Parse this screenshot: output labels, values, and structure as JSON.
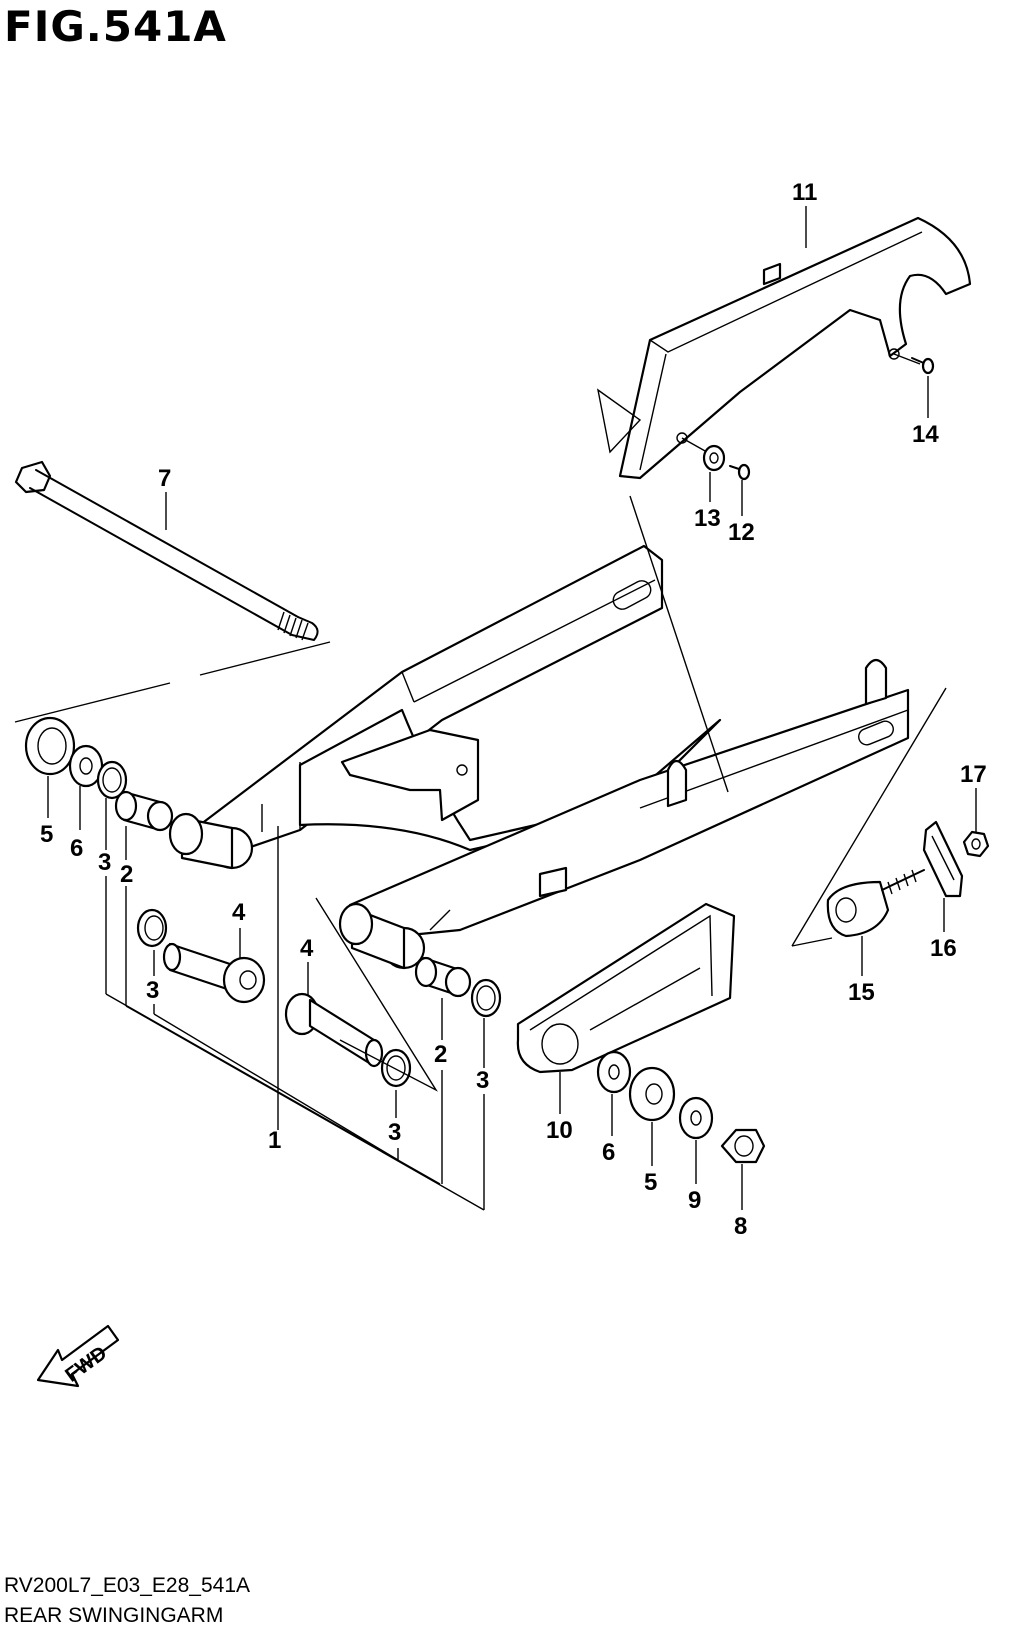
{
  "header": {
    "title": "FIG.541A"
  },
  "footer": {
    "code": "RV200L7_E03_E28_541A",
    "name": "REAR SWINGINGARM"
  },
  "fwd": {
    "label": "FWD"
  },
  "callouts": [
    {
      "id": "p1",
      "text": "1"
    },
    {
      "id": "p2a",
      "text": "2"
    },
    {
      "id": "p2b",
      "text": "2"
    },
    {
      "id": "p3a",
      "text": "3"
    },
    {
      "id": "p3b",
      "text": "3"
    },
    {
      "id": "p3c",
      "text": "3"
    },
    {
      "id": "p3d",
      "text": "3"
    },
    {
      "id": "p4a",
      "text": "4"
    },
    {
      "id": "p4b",
      "text": "4"
    },
    {
      "id": "p5a",
      "text": "5"
    },
    {
      "id": "p5b",
      "text": "5"
    },
    {
      "id": "p6a",
      "text": "6"
    },
    {
      "id": "p6b",
      "text": "6"
    },
    {
      "id": "p7",
      "text": "7"
    },
    {
      "id": "p8",
      "text": "8"
    },
    {
      "id": "p9",
      "text": "9"
    },
    {
      "id": "p10",
      "text": "10"
    },
    {
      "id": "p11",
      "text": "11"
    },
    {
      "id": "p12",
      "text": "12"
    },
    {
      "id": "p13",
      "text": "13"
    },
    {
      "id": "p14",
      "text": "14"
    },
    {
      "id": "p15",
      "text": "15"
    },
    {
      "id": "p16",
      "text": "16"
    },
    {
      "id": "p17",
      "text": "17"
    }
  ]
}
